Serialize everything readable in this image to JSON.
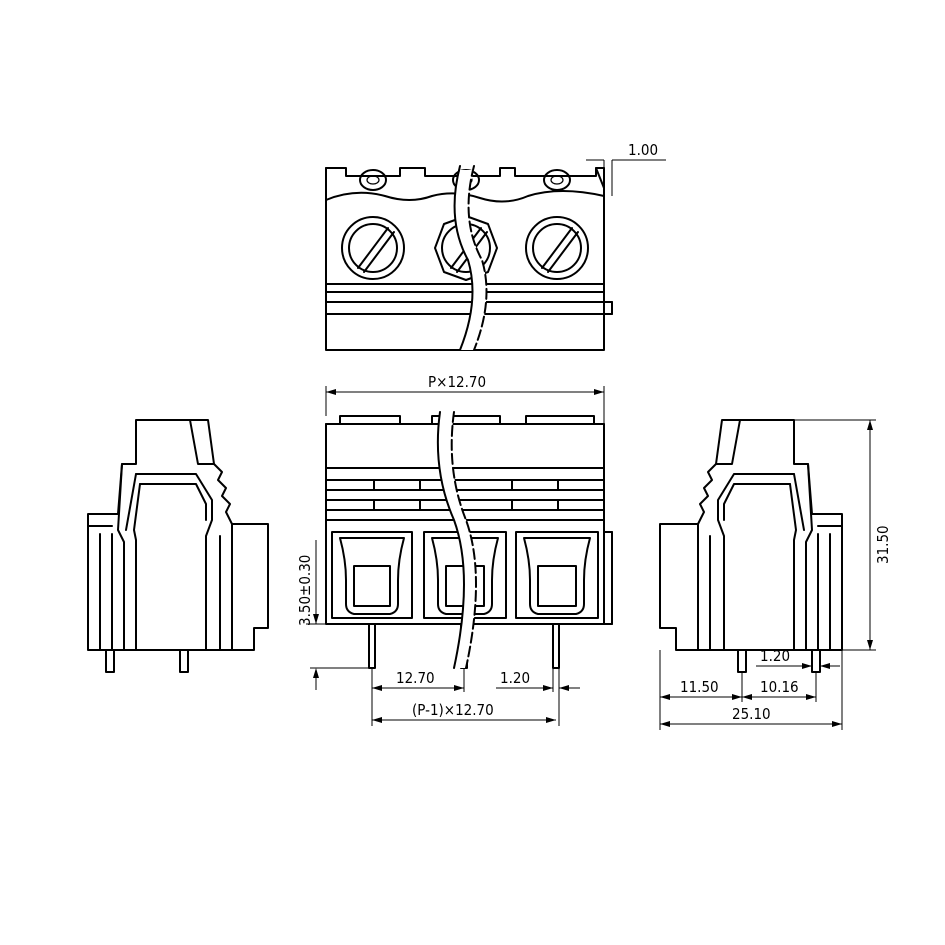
{
  "dimensions": {
    "top_offset": "1.00",
    "total_length": "P×12.70",
    "pin_height": "3.50±0.30",
    "pitch": "12.70",
    "pin_width": "1.20",
    "pin_span": "(P-1)×12.70",
    "side_height": "31.50",
    "side_pin_width": "1.20",
    "side_front_offset": "11.50",
    "side_pin_pitch": "10.16",
    "side_total_depth": "25.10"
  },
  "colors": {
    "line": "#000000",
    "background": "#ffffff"
  }
}
